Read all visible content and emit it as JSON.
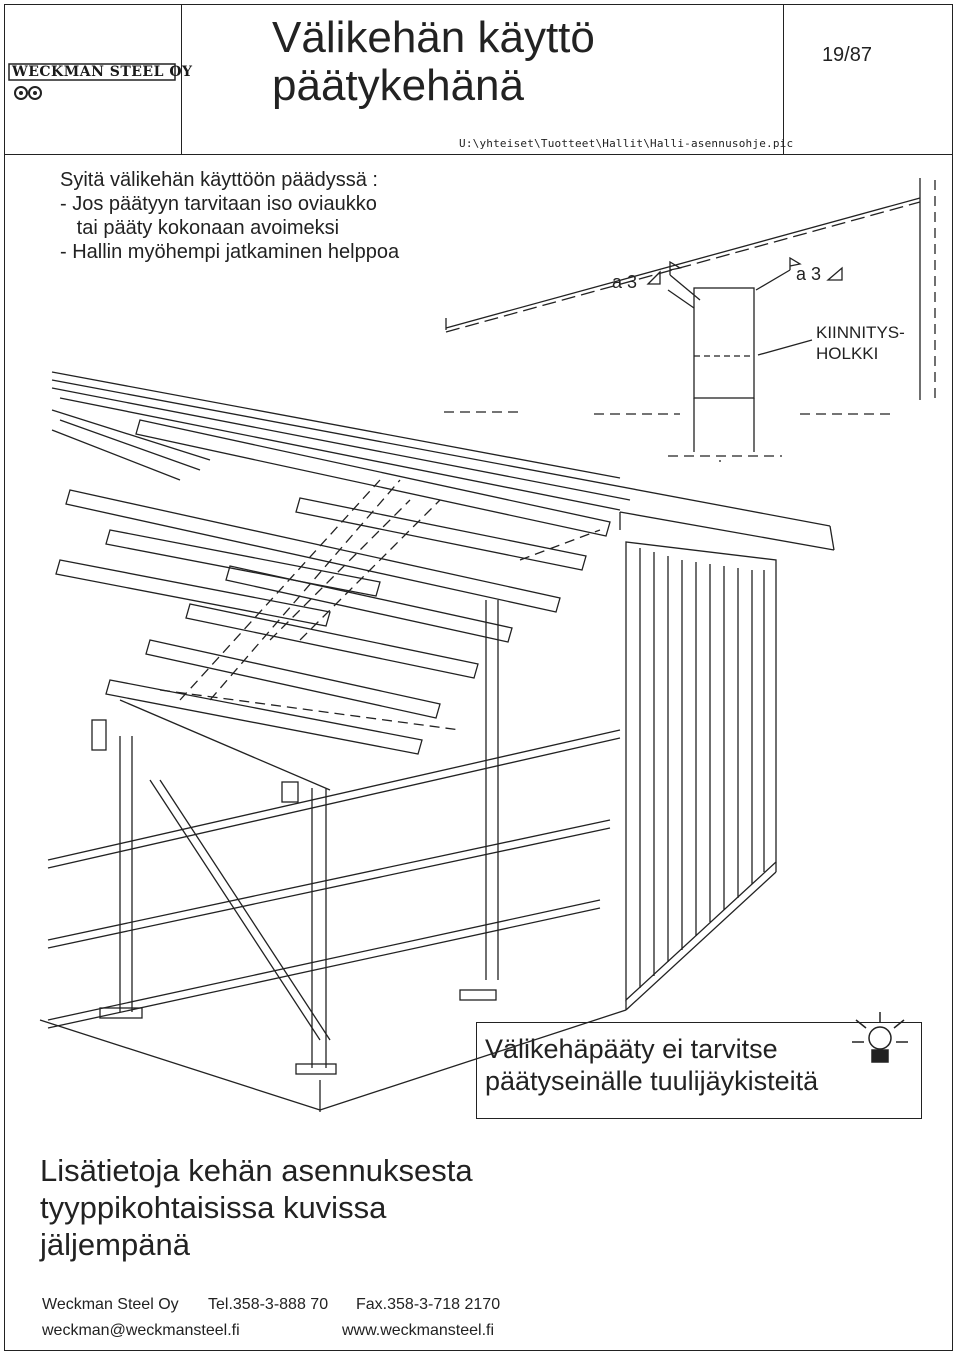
{
  "header": {
    "company_logo_text": "WECKMAN STEEL OY",
    "title_line1": "Välikehän käyttö",
    "title_line2": "päätykehänä",
    "page_number": "19/87",
    "file_path": "U:\\yhteiset\\Tuotteet\\Hallit\\Halli-asennusohje.pic"
  },
  "reasons": {
    "line1": "Syitä välikehän käyttöön päädyssä :",
    "line2": "- Jos päätyyn tarvitaan iso oviaukko",
    "line3": "   tai pääty kokonaan avoimeksi",
    "line4": "- Hallin myöhempi jatkaminen helppoa"
  },
  "detail": {
    "weld_left": "a 3",
    "weld_right": "a 3",
    "label_line1": "KIINNITYS-",
    "label_line2": "HOLKKI"
  },
  "notice": {
    "line1": "Välikehäpääty ei tarvitse",
    "line2": "päätyseinälle tuulijäykisteitä",
    "icon": "lightbulb-icon"
  },
  "more_info": {
    "line1": "Lisätietoja kehän asennuksesta",
    "line2": "tyyppikohtaisissa kuvissa",
    "line3": "jäljempänä"
  },
  "footer": {
    "company": "Weckman Steel Oy",
    "phone": "Tel.358-3-888 70",
    "fax": "Fax.358-3-718 2170",
    "email": "weckman@weckmansteel.fi",
    "website": "www.weckmansteel.fi"
  }
}
